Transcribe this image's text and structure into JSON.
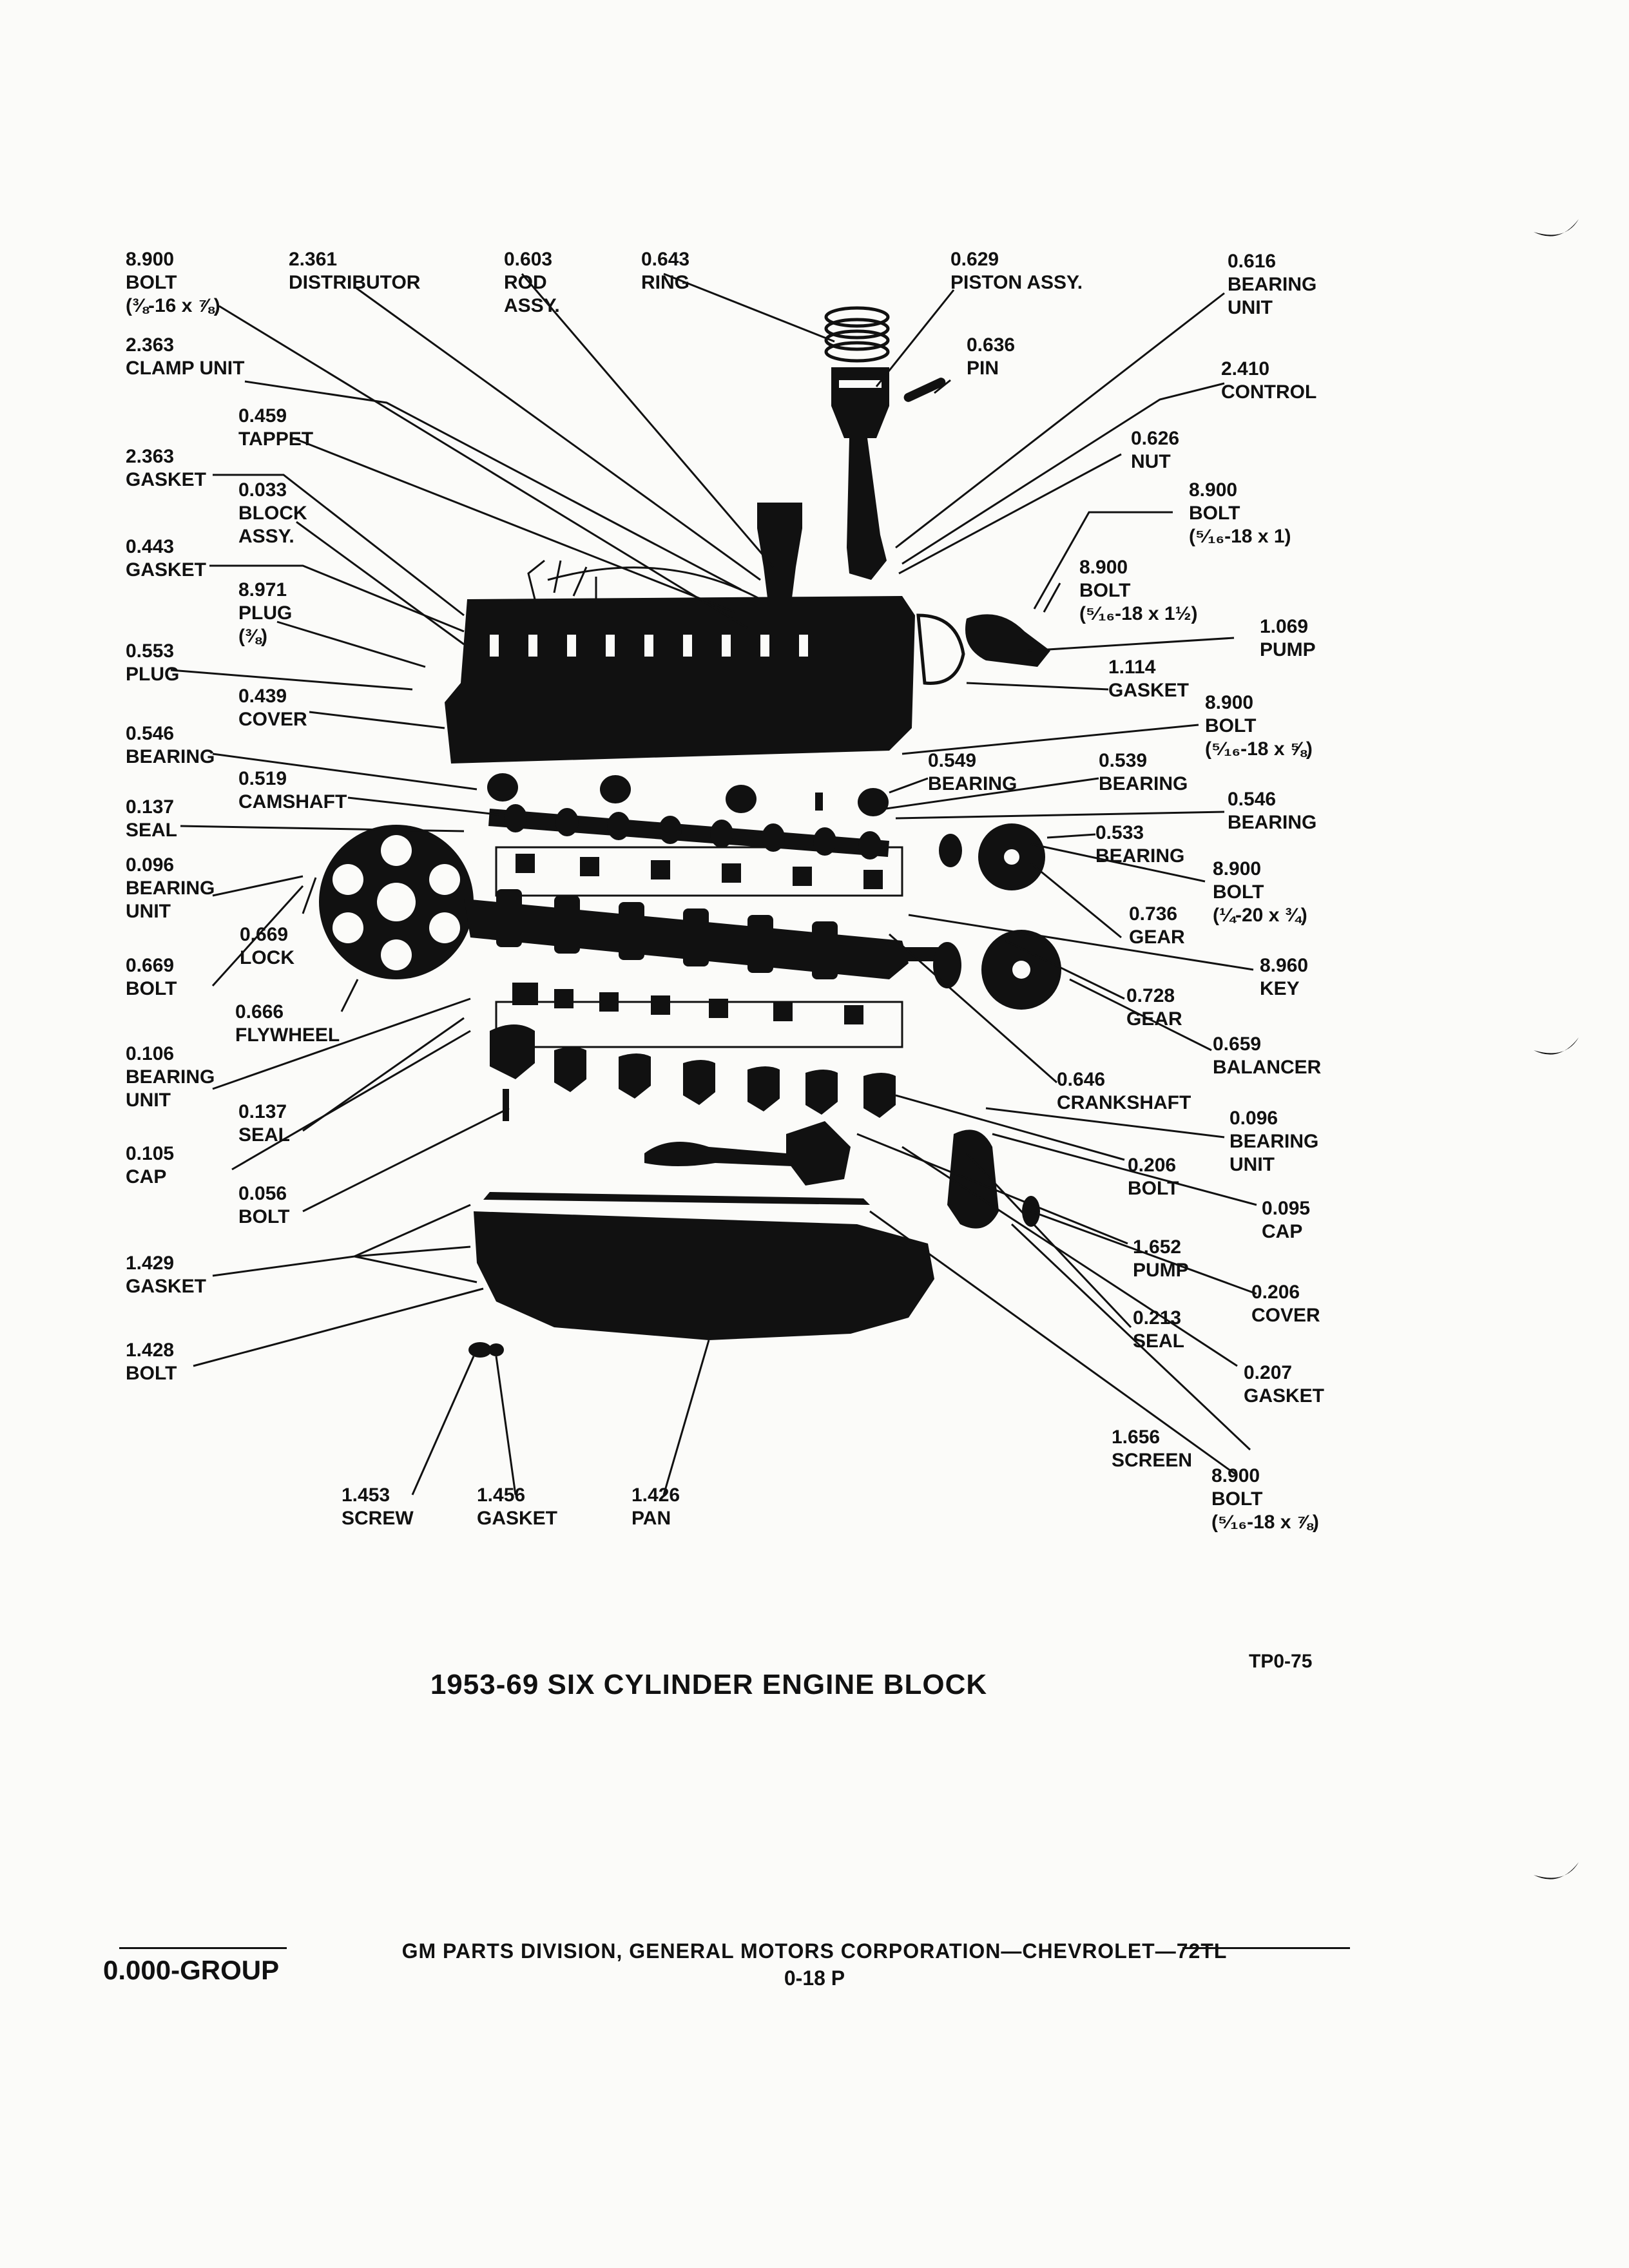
{
  "diagram": {
    "title": "1953-69 SIX CYLINDER ENGINE BLOCK",
    "ref_code": "TP0-75",
    "parts": [
      {
        "id": "bolt-38-16",
        "number": "8.900",
        "lines": [
          "BOLT",
          "(⅜-16 x ⅞)"
        ]
      },
      {
        "id": "distributor",
        "number": "2.361",
        "lines": [
          "DISTRIBUTOR"
        ]
      },
      {
        "id": "rod-assy",
        "number": "0.603",
        "lines": [
          "ROD",
          "ASSY."
        ]
      },
      {
        "id": "ring",
        "number": "0.643",
        "lines": [
          "RING"
        ]
      },
      {
        "id": "piston-assy",
        "number": "0.629",
        "lines": [
          "PISTON ASSY."
        ]
      },
      {
        "id": "bearing-unit-616",
        "number": "0.616",
        "lines": [
          "BEARING",
          "UNIT"
        ]
      },
      {
        "id": "pin",
        "number": "0.636",
        "lines": [
          "PIN"
        ]
      },
      {
        "id": "clamp-unit",
        "number": "2.363",
        "lines": [
          "CLAMP UNIT"
        ]
      },
      {
        "id": "control",
        "number": "2.410",
        "lines": [
          "CONTROL"
        ]
      },
      {
        "id": "tappet",
        "number": "0.459",
        "lines": [
          "TAPPET"
        ]
      },
      {
        "id": "nut",
        "number": "0.626",
        "lines": [
          "NUT"
        ]
      },
      {
        "id": "gasket-2363",
        "number": "2.363",
        "lines": [
          "GASKET"
        ]
      },
      {
        "id": "block-assy",
        "number": "0.033",
        "lines": [
          "BLOCK",
          "ASSY."
        ]
      },
      {
        "id": "bolt-516-18x1",
        "number": "8.900",
        "lines": [
          "BOLT",
          "(⁵⁄₁₆-18 x 1)"
        ]
      },
      {
        "id": "gasket-443",
        "number": "0.443",
        "lines": [
          "GASKET"
        ]
      },
      {
        "id": "bolt-516-18x112",
        "number": "8.900",
        "lines": [
          "BOLT",
          "(⁵⁄₁₆-18 x 1½)"
        ]
      },
      {
        "id": "plug-971",
        "number": "8.971",
        "lines": [
          "PLUG",
          "(⅜)"
        ]
      },
      {
        "id": "pump-1069",
        "number": "1.069",
        "lines": [
          "PUMP"
        ]
      },
      {
        "id": "plug-553",
        "number": "0.553",
        "lines": [
          "PLUG"
        ]
      },
      {
        "id": "gasket-1114",
        "number": "1.114",
        "lines": [
          "GASKET"
        ]
      },
      {
        "id": "cover-439",
        "number": "0.439",
        "lines": [
          "COVER"
        ]
      },
      {
        "id": "bolt-516-18x58",
        "number": "8.900",
        "lines": [
          "BOLT",
          "(⁵⁄₁₆-18 x ⅝)"
        ]
      },
      {
        "id": "bearing-546-left",
        "number": "0.546",
        "lines": [
          "BEARING"
        ]
      },
      {
        "id": "bearing-549",
        "number": "0.549",
        "lines": [
          "BEARING"
        ]
      },
      {
        "id": "bearing-539",
        "number": "0.539",
        "lines": [
          "BEARING"
        ]
      },
      {
        "id": "camshaft",
        "number": "0.519",
        "lines": [
          "CAMSHAFT"
        ]
      },
      {
        "id": "bearing-546-right",
        "number": "0.546",
        "lines": [
          "BEARING"
        ]
      },
      {
        "id": "seal-137-top",
        "number": "0.137",
        "lines": [
          "SEAL"
        ]
      },
      {
        "id": "bearing-533",
        "number": "0.533",
        "lines": [
          "BEARING"
        ]
      },
      {
        "id": "bearing-unit-096-left",
        "number": "0.096",
        "lines": [
          "BEARING",
          "UNIT"
        ]
      },
      {
        "id": "bolt-14-20",
        "number": "8.900",
        "lines": [
          "BOLT",
          "(¼-20 x ¾)"
        ]
      },
      {
        "id": "lock",
        "number": "0.669",
        "lines": [
          "LOCK"
        ]
      },
      {
        "id": "gear-736",
        "number": "0.736",
        "lines": [
          "GEAR"
        ]
      },
      {
        "id": "bolt-669",
        "number": "0.669",
        "lines": [
          "BOLT"
        ]
      },
      {
        "id": "key",
        "number": "8.960",
        "lines": [
          "KEY"
        ]
      },
      {
        "id": "flywheel",
        "number": "0.666",
        "lines": [
          "FLYWHEEL"
        ]
      },
      {
        "id": "gear-728",
        "number": "0.728",
        "lines": [
          "GEAR"
        ]
      },
      {
        "id": "bearing-unit-106",
        "number": "0.106",
        "lines": [
          "BEARING",
          "UNIT"
        ]
      },
      {
        "id": "balancer",
        "number": "0.659",
        "lines": [
          "BALANCER"
        ]
      },
      {
        "id": "crankshaft",
        "number": "0.646",
        "lines": [
          "CRANKSHAFT"
        ]
      },
      {
        "id": "seal-137-bottom",
        "number": "0.137",
        "lines": [
          "SEAL"
        ]
      },
      {
        "id": "bearing-unit-096-right",
        "number": "0.096",
        "lines": [
          "BEARING",
          "UNIT"
        ]
      },
      {
        "id": "cap-105",
        "number": "0.105",
        "lines": [
          "CAP"
        ]
      },
      {
        "id": "bolt-206",
        "number": "0.206",
        "lines": [
          "BOLT"
        ]
      },
      {
        "id": "bolt-056",
        "number": "0.056",
        "lines": [
          "BOLT"
        ]
      },
      {
        "id": "cap-095",
        "number": "0.095",
        "lines": [
          "CAP"
        ]
      },
      {
        "id": "pump-1652",
        "number": "1.652",
        "lines": [
          "PUMP"
        ]
      },
      {
        "id": "gasket-1429",
        "number": "1.429",
        "lines": [
          "GASKET"
        ]
      },
      {
        "id": "cover-206",
        "number": "0.206",
        "lines": [
          "COVER"
        ]
      },
      {
        "id": "seal-213",
        "number": "0.213",
        "lines": [
          "SEAL"
        ]
      },
      {
        "id": "bolt-1428",
        "number": "1.428",
        "lines": [
          "BOLT"
        ]
      },
      {
        "id": "gasket-207",
        "number": "0.207",
        "lines": [
          "GASKET"
        ]
      },
      {
        "id": "screen",
        "number": "1.656",
        "lines": [
          "SCREEN"
        ]
      },
      {
        "id": "bolt-516-18x78",
        "number": "8.900",
        "lines": [
          "BOLT",
          "(⁵⁄₁₆-18 x ⅞)"
        ]
      },
      {
        "id": "screw",
        "number": "1.453",
        "lines": [
          "SCREW"
        ]
      },
      {
        "id": "gasket-1456",
        "number": "1.456",
        "lines": [
          "GASKET"
        ]
      },
      {
        "id": "pan",
        "number": "1.426",
        "lines": [
          "PAN"
        ]
      }
    ]
  },
  "footer": {
    "publisher": "GM PARTS DIVISION, GENERAL MOTORS CORPORATION—CHEVROLET—72TL",
    "page": "0-18 P",
    "group": "0.000-GROUP"
  }
}
